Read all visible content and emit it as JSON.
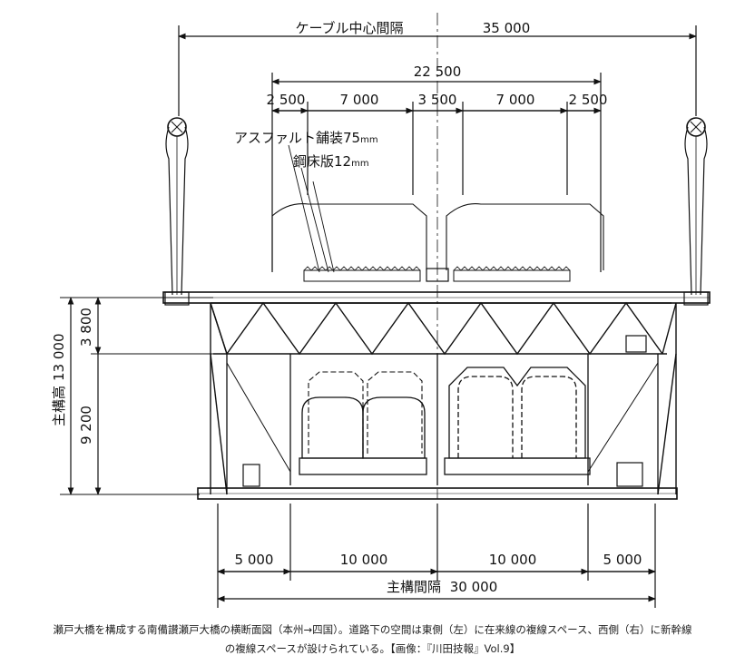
{
  "dimensions": {
    "cable_center_label": "ケーブル中心間隔",
    "cable_center": "35 000",
    "total_roadway": "22 500",
    "lanes": [
      "2 500",
      "7 000",
      "3 500",
      "7 000",
      "2 500"
    ],
    "girder_height_label": "主構高",
    "girder_height": "13 000",
    "upper_height": "3 800",
    "lower_height": "9 200",
    "bottom_spans": [
      "5 000",
      "10 000",
      "10 000",
      "5 000"
    ],
    "girder_spacing_label": "主構間隔",
    "girder_spacing": "30 000"
  },
  "labels": {
    "asphalt": "アスファルト舗装75",
    "asphalt_unit": "mm",
    "steel_deck": "鋼床版12",
    "steel_deck_unit": "mm"
  },
  "caption": {
    "line1": "瀬戸大橋を構成する南備讃瀬戸大橋の横断面図（本州→四国）。道路下の空間は東側（左）に在来線の複線スペース、西側（右）に新幹線",
    "line2": "の複線スペースが設けられている。【画像：『川田技報』Vol.9】"
  }
}
